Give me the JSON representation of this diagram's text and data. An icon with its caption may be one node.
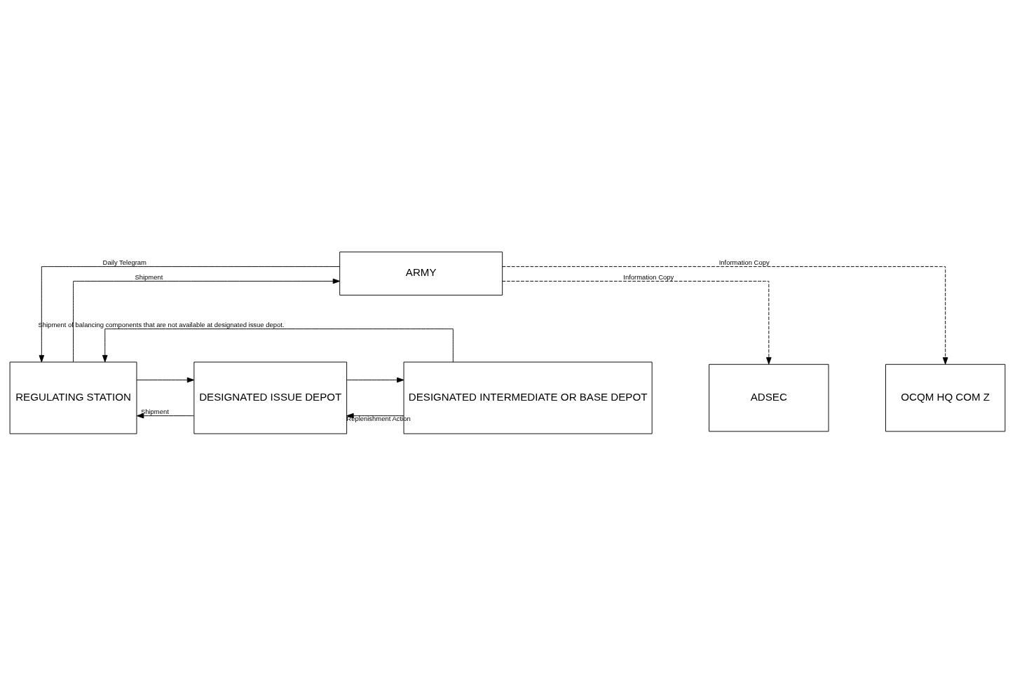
{
  "diagram": {
    "nodes": [
      {
        "text": [
          "ARMY"
        ]
      },
      {
        "text": [
          "REGULATING STATION"
        ]
      },
      {
        "text": [
          "DESIGNATED ISSUE DEPOT"
        ]
      },
      {
        "text": [
          "DESIGNATED INTERMEDIATE OR BASE DEPOT"
        ]
      },
      {
        "text": [
          "ADSEC"
        ]
      },
      {
        "text": [
          "OCQM HQ COM Z"
        ]
      }
    ],
    "edges": [
      {
        "from": 0,
        "to": 1,
        "arrow": "to",
        "label": "Daily Telegram"
      },
      {
        "from": 1,
        "to": 0,
        "arrow": "to",
        "label": "Shipment"
      },
      {
        "from": 3,
        "to": 1,
        "arrow": "to",
        "label": "Shipment of balancing components that are not available at designated issue depot."
      },
      {
        "from": 2,
        "to": 1,
        "arrow": "to",
        "label": "Shipment"
      },
      {
        "from": 1,
        "to": 2,
        "arrow": "to"
      },
      {
        "from": 3,
        "to": 2,
        "arrow": "to",
        "label": "Replenishment Action"
      },
      {
        "from": 2,
        "to": 3,
        "arrow": "to"
      },
      {
        "from": 0,
        "to": 5,
        "arrow": "to",
        "style": "dashed",
        "label": "Information Copy"
      },
      {
        "from": 0,
        "to": 4,
        "arrow": "to",
        "style": "dashed",
        "label": "Information Copy"
      }
    ]
  }
}
